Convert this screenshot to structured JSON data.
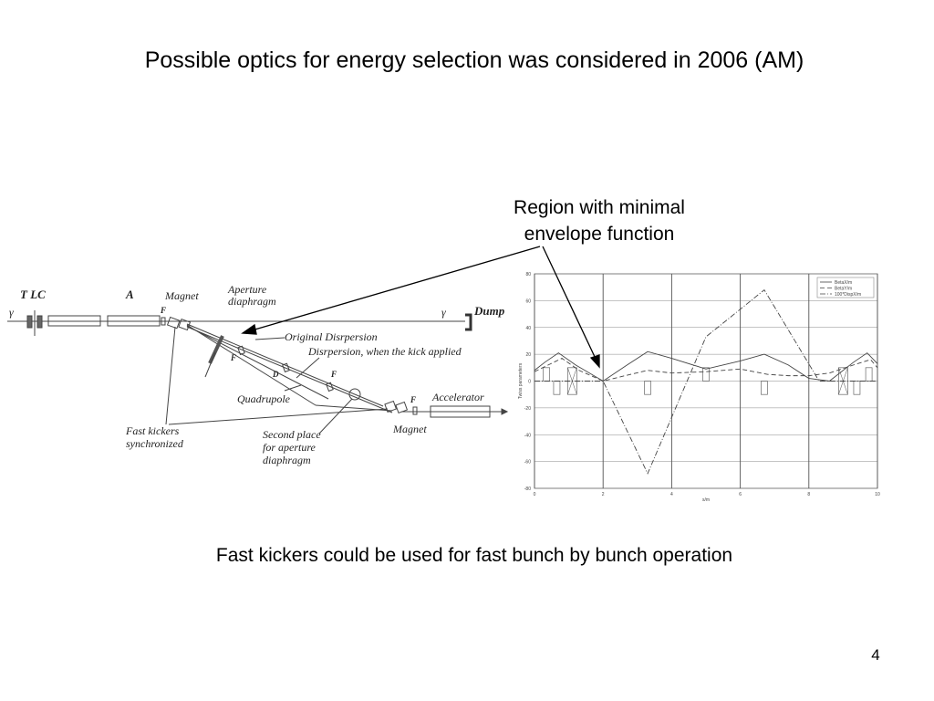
{
  "slide": {
    "title": "Possible optics for energy selection was considered in 2006 (AM)",
    "callout": [
      "Region with minimal",
      "envelope function"
    ],
    "caption": "Fast kickers could be used for fast bunch by bunch operation",
    "page_number": "4"
  },
  "schematic": {
    "labels": {
      "tlc": "T LC",
      "gamma_left": "γ",
      "a": "A",
      "magnet_top": "Magnet",
      "f_top": "F",
      "aperture": [
        "Aperture",
        "diaphragm"
      ],
      "gamma_right": "γ",
      "dump": "Dump",
      "original_disp": "Original Disrpersion",
      "disp_kick": "Disrpersion, when the kick applied",
      "f_left": "F",
      "d": "D",
      "f_mid": "F",
      "quadrupole": "Quadrupole",
      "f_right": "F",
      "accelerator": "Accelerator",
      "fast_kickers": [
        "Fast kickers",
        "synchronized"
      ],
      "second_place": [
        "Second place",
        "for aperture",
        "diaphragm"
      ],
      "magnet_bottom": "Magnet"
    }
  },
  "chart_data": {
    "type": "line",
    "xlabel": "s/m",
    "ylabel": "Twiss parameters",
    "xlim": [
      0,
      10
    ],
    "ylim": [
      -80,
      80
    ],
    "x_ticks": [
      0,
      2,
      4,
      6,
      8,
      10
    ],
    "y_ticks": [
      80,
      60,
      40,
      20,
      0,
      -20,
      -40,
      -60,
      -80
    ],
    "grid": true,
    "legend_position": "top-right",
    "series": [
      {
        "name": "BetaX/m",
        "style": "solid",
        "x": [
          0,
          0.3,
          0.7,
          1.2,
          2.0,
          2.7,
          3.3,
          4.0,
          5.0,
          6.0,
          6.7,
          7.4,
          8.0,
          8.6,
          9.3,
          9.7,
          10
        ],
        "y": [
          8,
          14,
          21,
          12,
          0,
          12,
          22,
          17,
          9,
          15,
          20,
          12,
          2,
          0,
          14,
          21,
          13
        ]
      },
      {
        "name": "BetaY/m",
        "style": "dashed",
        "x": [
          0,
          0.4,
          0.8,
          1.3,
          2.0,
          2.8,
          3.3,
          4.0,
          5.0,
          6.0,
          6.8,
          7.4,
          8.0,
          8.6,
          9.3,
          9.8,
          10
        ],
        "y": [
          7,
          12,
          17,
          8,
          0,
          5,
          8,
          6,
          7,
          9,
          5,
          4,
          4,
          6,
          12,
          16,
          10
        ]
      },
      {
        "name": "100*DispX/m",
        "style": "dashdot",
        "x": [
          0,
          2,
          3.3,
          5.0,
          6.7,
          8.3,
          10
        ],
        "y": [
          0,
          0,
          -69,
          33,
          68,
          0,
          0
        ]
      }
    ]
  }
}
